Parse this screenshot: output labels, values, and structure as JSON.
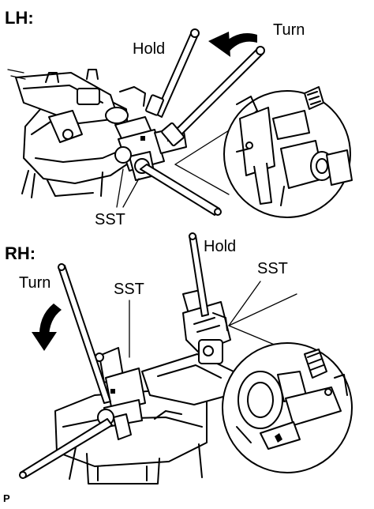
{
  "lh": {
    "heading": "LH:",
    "hold_label": "Hold",
    "turn_label": "Turn",
    "sst_label": "SST"
  },
  "rh": {
    "heading": "RH:",
    "turn_label": "Turn",
    "sst_label_center": "SST",
    "hold_label": "Hold",
    "sst_label_right": "SST"
  },
  "corner_mark": "P"
}
